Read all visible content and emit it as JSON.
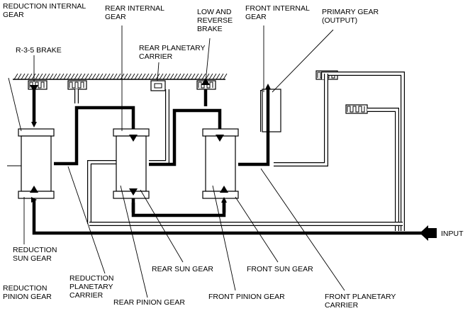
{
  "labels": {
    "reduction_internal_gear": [
      "REDUCTION INTERNAL",
      "GEAR"
    ],
    "rear_internal_gear": [
      "REAR INTERNAL",
      "GEAR"
    ],
    "low_reverse_brake": [
      "LOW AND",
      "REVERSE",
      "BRAKE"
    ],
    "front_internal_gear": [
      "FRONT INTERNAL",
      "GEAR"
    ],
    "primary_gear": [
      "PRIMARY GEAR",
      "(OUTPUT)"
    ],
    "r35_brake": [
      "R-3-5 BRAKE"
    ],
    "rear_planetary_carrier": [
      "REAR PLANETARY",
      "CARRIER"
    ],
    "input": [
      "INPUT"
    ],
    "reduction_pinion_gear": [
      "REDUCTION",
      "PINION GEAR"
    ],
    "reduction_sun_gear": [
      "REDUCTION",
      "SUN GEAR"
    ],
    "reduction_planetary_carrier": [
      "REDUCTION",
      "PLANETARY",
      "CARRIER"
    ],
    "rear_sun_gear": [
      "REAR SUN GEAR"
    ],
    "rear_pinion_gear": [
      "REAR PINION GEAR"
    ],
    "front_pinion_gear": [
      "FRONT PINION GEAR"
    ],
    "front_sun_gear": [
      "FRONT SUN GEAR"
    ],
    "front_planetary_carrier": [
      "FRONT PLANETARY",
      "CARRIER"
    ]
  }
}
